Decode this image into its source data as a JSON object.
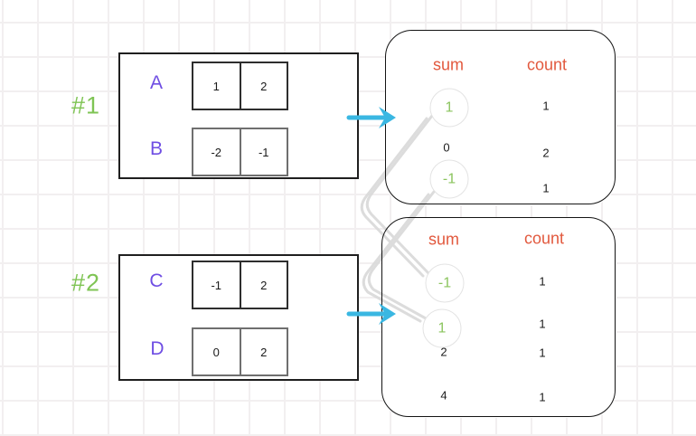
{
  "colors": {
    "green": "#7fc454",
    "purple": "#6f4ee3",
    "orange": "#e2593e",
    "cyan": "#3ab7e2",
    "text_black": "#1b1b1b",
    "connector_gray": "#d9d9d9",
    "circle_border": "#e3e3e3"
  },
  "groups": [
    {
      "label": "#1",
      "arrays": [
        {
          "name": "A",
          "cells": [
            "1",
            "2"
          ]
        },
        {
          "name": "B",
          "cells": [
            "-2",
            "-1"
          ]
        }
      ]
    },
    {
      "label": "#2",
      "arrays": [
        {
          "name": "C",
          "cells": [
            "-1",
            "2"
          ]
        },
        {
          "name": "D",
          "cells": [
            "0",
            "2"
          ]
        }
      ]
    }
  ],
  "tables": [
    {
      "sum_header": "sum",
      "count_header": "count",
      "rows": [
        {
          "sum": "1",
          "count": "1",
          "circled": true
        },
        {
          "sum": "0",
          "count": "2",
          "circled": false
        },
        {
          "sum": "-1",
          "count": "1",
          "circled": true
        }
      ]
    },
    {
      "sum_header": "sum",
      "count_header": "count",
      "rows": [
        {
          "sum": "-1",
          "count": "1",
          "circled": true
        },
        {
          "sum": "1",
          "count": "1",
          "circled": true
        },
        {
          "sum": "2",
          "count": "1",
          "circled": false
        },
        {
          "sum": "4",
          "count": "1",
          "circled": false
        }
      ]
    }
  ],
  "connections": [
    {
      "from": "table1 sum 1",
      "to": "table2 sum -1"
    },
    {
      "from": "table1 sum -1",
      "to": "table2 sum 1"
    }
  ]
}
